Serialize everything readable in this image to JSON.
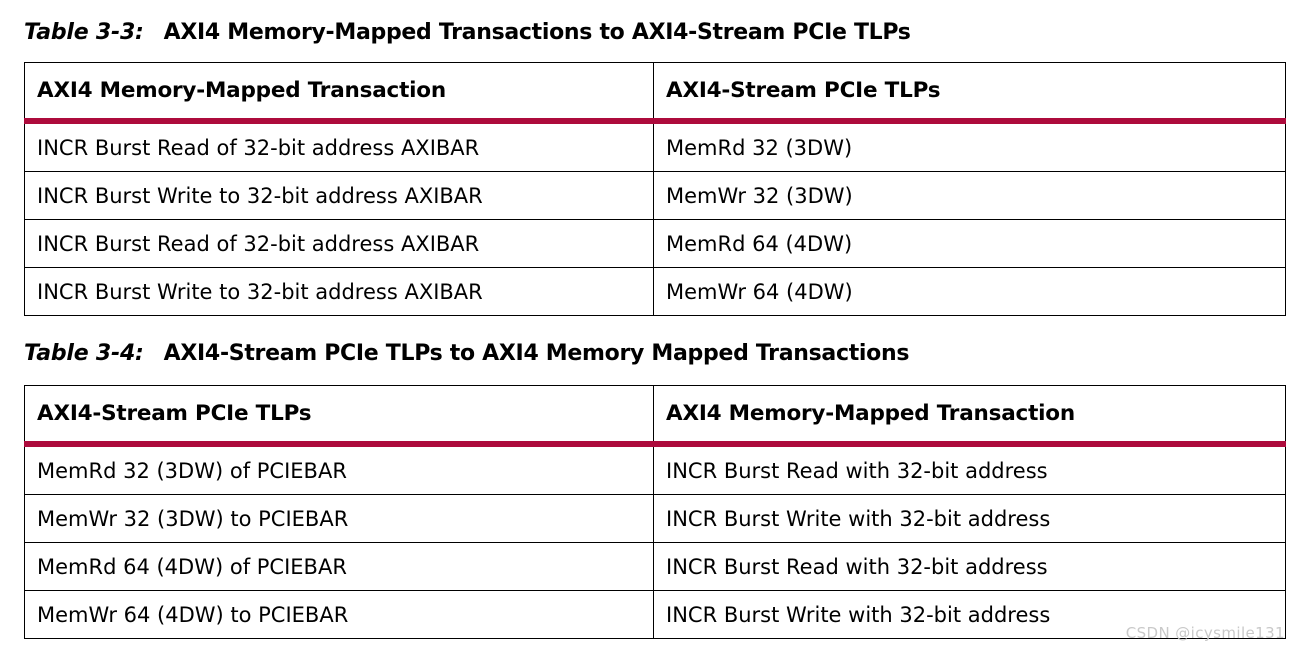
{
  "document": {
    "background_color": "#ffffff",
    "text_color": "#000000",
    "accent_color": "#ad0b3c"
  },
  "tables": [
    {
      "caption_label": "Table 3-3:",
      "caption_title": "AXI4 Memory-Mapped Transactions to AXI4-Stream PCIe TLPs",
      "columns": [
        "AXI4 Memory-Mapped Transaction",
        "AXI4-Stream PCIe TLPs"
      ],
      "rows": [
        [
          "INCR Burst Read of 32-bit address AXIBAR",
          "MemRd 32 (3DW)"
        ],
        [
          "INCR Burst Write to 32-bit address AXIBAR",
          "MemWr 32 (3DW)"
        ],
        [
          "INCR Burst Read of 32-bit address AXIBAR",
          "MemRd 64 (4DW)"
        ],
        [
          "INCR Burst Write to 32-bit address AXIBAR",
          "MemWr 64 (4DW)"
        ]
      ]
    },
    {
      "caption_label": "Table 3-4:",
      "caption_title": "AXI4-Stream PCIe TLPs to AXI4 Memory Mapped Transactions",
      "columns": [
        "AXI4-Stream PCIe TLPs",
        "AXI4 Memory-Mapped Transaction"
      ],
      "rows": [
        [
          "MemRd 32 (3DW) of PCIEBAR",
          "INCR Burst Read with 32-bit address"
        ],
        [
          "MemWr 32 (3DW) to PCIEBAR",
          "INCR Burst Write with 32-bit address"
        ],
        [
          "MemRd 64 (4DW) of PCIEBAR",
          "INCR Burst Read with 32-bit address"
        ],
        [
          "MemWr 64 (4DW) to PCIEBAR",
          "INCR Burst Write with 32-bit address"
        ]
      ]
    }
  ],
  "watermark": {
    "text": "CSDN @icysmile131"
  }
}
